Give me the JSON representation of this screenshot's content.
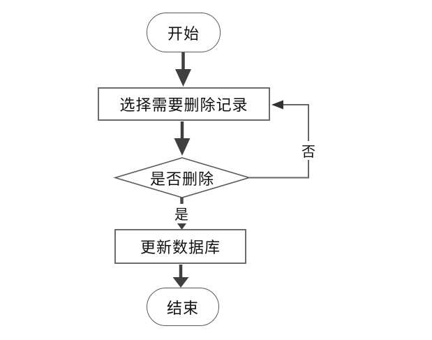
{
  "diagram": {
    "type": "flowchart",
    "nodes": {
      "start": {
        "label": "开始",
        "shape": "terminator"
      },
      "select": {
        "label": "选择需要删除记录",
        "shape": "process"
      },
      "decision": {
        "label": "是否删除",
        "shape": "decision"
      },
      "update": {
        "label": "更新数据库",
        "shape": "process"
      },
      "end": {
        "label": "结束",
        "shape": "terminator"
      }
    },
    "edges": {
      "start_to_select": {
        "from": "start",
        "to": "select",
        "label": ""
      },
      "select_to_decision": {
        "from": "select",
        "to": "decision",
        "label": ""
      },
      "decision_to_update": {
        "from": "decision",
        "to": "update",
        "label": "是"
      },
      "update_to_end": {
        "from": "update",
        "to": "end",
        "label": ""
      },
      "decision_to_select_loop": {
        "from": "decision",
        "to": "select",
        "label": "否"
      }
    },
    "colors": {
      "background": "#ffffff",
      "node_fill": "#ffffff",
      "node_border": "#595959",
      "process_border": "#6b6b6b",
      "arrow": "#3f3f3f",
      "loop_line": "#666666",
      "text": "#111111"
    }
  }
}
